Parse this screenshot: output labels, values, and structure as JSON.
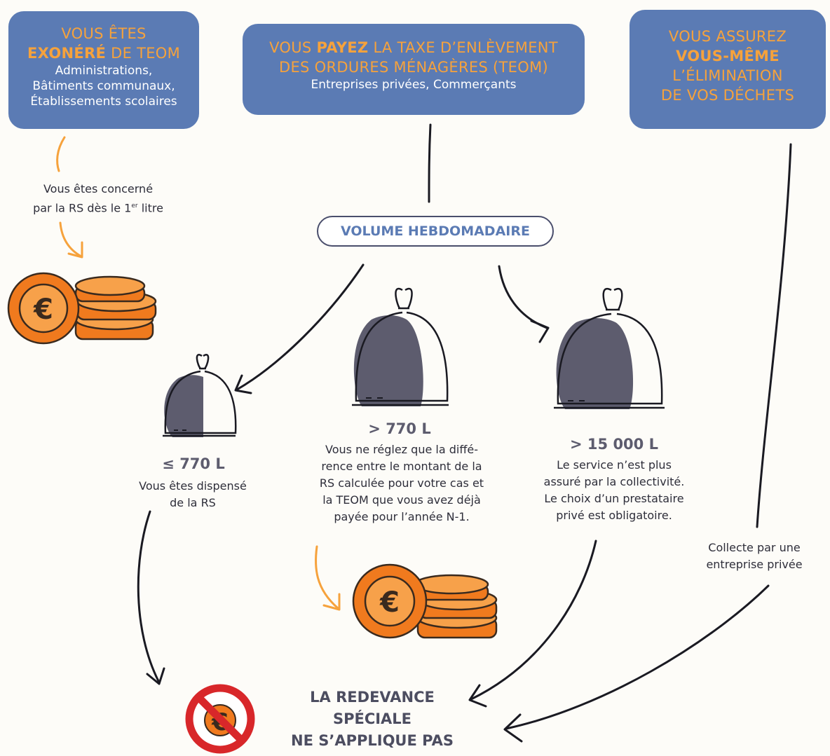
{
  "box_exonere": {
    "line1": "VOUS ÊTES",
    "line2_bold": "EXONÉRÉ",
    "line2_rest": " DE TEOM",
    "details": [
      "Administrations,",
      "Bâtiments communaux,",
      "Établissements scolaires"
    ]
  },
  "box_payez": {
    "part1": "VOUS ",
    "bold": "PAYEZ",
    "part2": " LA TAXE D’ENLÈVEMENT",
    "line2": "DES ORDURES MÉNAGÈRES (TEOM)",
    "details": "Entreprises privées, Commerçants"
  },
  "box_assurez": {
    "line1": "VOUS ASSUREZ",
    "line2_bold": "VOUS-MÊME",
    "line3": "L’ÉLIMINATION",
    "line4": "DE VOS DÉCHETS"
  },
  "concerne": {
    "line1": "Vous êtes concerné",
    "line2_a": "par la RS dès le 1",
    "line2_sup": "er",
    "line2_b": " litre"
  },
  "volume_label": "VOLUME HEBDOMADAIRE",
  "branch_small": {
    "value": "≤ 770 L",
    "text": [
      "Vous êtes dispensé",
      "de la RS"
    ]
  },
  "branch_mid": {
    "value": "> 770 L",
    "text": [
      "Vous ne réglez que la diffé-",
      "rence entre le montant de la",
      "RS calculée pour votre cas et",
      "la TEOM que vous avez déjà",
      "payée pour l’année N-1."
    ]
  },
  "branch_large": {
    "value": "> 15 000 L",
    "text": [
      "Le service n’est plus",
      "assuré par la collectivité.",
      "Le choix d’un prestataire",
      "privé est obligatoire."
    ]
  },
  "collecte": [
    "Collecte par une",
    "entreprise privée"
  ],
  "final": [
    "LA REDEVANCE",
    "SPÉCIALE",
    "NE S’APPLIQUE PAS"
  ],
  "colors": {
    "box_blue": "#5b7bb4",
    "accent_orange": "#f6a23c",
    "coin_orange": "#f07a1e",
    "bag_gray": "#5d5c6e",
    "forbidden_red": "#d8272a"
  },
  "icons": [
    "euro-coins-icon",
    "trash-bag-icon",
    "no-euro-icon"
  ]
}
